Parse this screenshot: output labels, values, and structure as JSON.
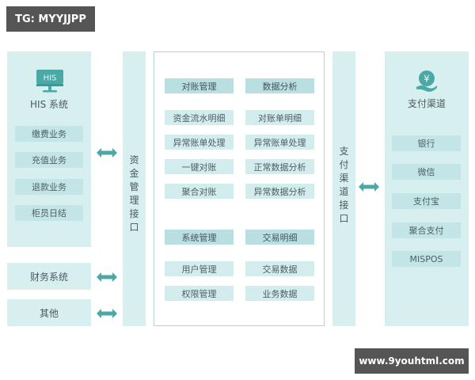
{
  "watermarks": {
    "top_left": "TG: MYYJJPP",
    "bottom_right": "www.9youhtml.com"
  },
  "colors": {
    "panel_bg": "#d8eff0",
    "card_bg": "#c4e5e7",
    "accent_teal": "#4aa9a6",
    "border": "#b5d3d4",
    "watermark_bg": "#555555"
  },
  "his_system": {
    "icon": "monitor-icon",
    "icon_text": "HIS",
    "title": "HIS 系统",
    "items": [
      "缴费业务",
      "充值业务",
      "退款业务",
      "柜员日结"
    ]
  },
  "finance_system": {
    "label": "财务系统"
  },
  "other_system": {
    "label": "其他"
  },
  "fund_interface": {
    "label": [
      "资",
      "金",
      "管",
      "理",
      "接",
      "口"
    ]
  },
  "center": {
    "groups": [
      {
        "title": "对账管理",
        "items": [
          "资金流水明细",
          "异常账单处理",
          "一键对账",
          "聚合对账"
        ]
      },
      {
        "title": "数据分析",
        "items": [
          "对账单明细",
          "异常账单处理",
          "正常数据分析",
          "异常数据分析"
        ]
      },
      {
        "title": "系统管理",
        "items": [
          "用户管理",
          "权限管理"
        ]
      },
      {
        "title": "交易明细",
        "items": [
          "交易数据",
          "业务数据"
        ]
      }
    ]
  },
  "payment_interface": {
    "label": [
      "支",
      "付",
      "渠",
      "道",
      "接",
      "口"
    ]
  },
  "payment_channels": {
    "icon": "yuan-hand-icon",
    "icon_text": "¥",
    "title": "支付渠道",
    "items": [
      "银行",
      "微信",
      "支付宝",
      "聚合支付",
      "MISPOS"
    ]
  },
  "arrows": [
    "bidirectional-arrow",
    "bidirectional-arrow",
    "bidirectional-arrow",
    "bidirectional-arrow"
  ]
}
